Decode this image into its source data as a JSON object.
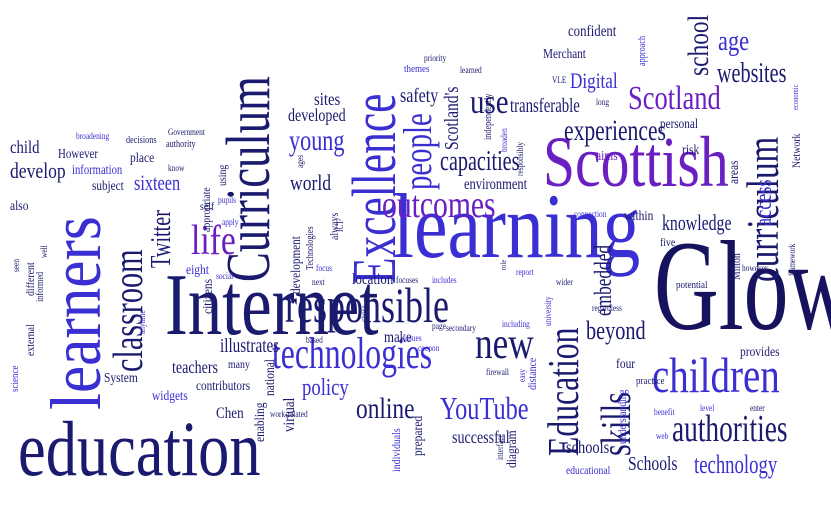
{
  "cloud": {
    "words": [
      {
        "text": "Glow",
        "color": "#16125e"
      },
      {
        "text": "learning",
        "color": "#3a2fd2"
      },
      {
        "text": "Internet",
        "color": "#1a1a6e"
      },
      {
        "text": "education",
        "color": "#1a1a6e"
      },
      {
        "text": "learners",
        "color": "#3a2fd2"
      },
      {
        "text": "Scottish",
        "color": "#6a1fc2"
      },
      {
        "text": "Curriculum",
        "color": "#1a1a6e"
      },
      {
        "text": "Excellence",
        "color": "#3a2fd2"
      },
      {
        "text": "responsible",
        "color": "#1a1a6e"
      },
      {
        "text": "technologies",
        "color": "#3a2fd2"
      },
      {
        "text": "children",
        "color": "#3a2fd2"
      },
      {
        "text": "curriculum",
        "color": "#1a1a6e"
      },
      {
        "text": "Education",
        "color": "#1a1a6e"
      },
      {
        "text": "outcomes",
        "color": "#6a1fc2"
      },
      {
        "text": "classroom",
        "color": "#1a1a6e"
      },
      {
        "text": "skills",
        "color": "#1a1a6e"
      },
      {
        "text": "authorities",
        "color": "#1a1a6e"
      },
      {
        "text": "new",
        "color": "#1a1a6e"
      },
      {
        "text": "life",
        "color": "#6a1fc2"
      },
      {
        "text": "Scotland",
        "color": "#6a1fc2"
      },
      {
        "text": "people",
        "color": "#3a2fd2"
      },
      {
        "text": "experiences",
        "color": "#1a1a6e"
      },
      {
        "text": "YouTube",
        "color": "#3a2fd2"
      },
      {
        "text": "online",
        "color": "#1a1a6e"
      },
      {
        "text": "school",
        "color": "#1a1a6e"
      },
      {
        "text": "websites",
        "color": "#1a1a6e"
      },
      {
        "text": "capacities",
        "color": "#1a1a6e"
      },
      {
        "text": "young",
        "color": "#3a2fd2"
      },
      {
        "text": "use",
        "color": "#1a1a6e"
      },
      {
        "text": "technology",
        "color": "#3a2fd2"
      },
      {
        "text": "Twitter",
        "color": "#1a1a6e"
      },
      {
        "text": "beyond",
        "color": "#1a1a6e"
      },
      {
        "text": "embedded",
        "color": "#1a1a6e"
      },
      {
        "text": "access",
        "color": "#3a2fd2"
      },
      {
        "text": "knowledge",
        "color": "#1a1a6e"
      },
      {
        "text": "age",
        "color": "#3a2fd2"
      },
      {
        "text": "develop",
        "color": "#1a1a6e"
      },
      {
        "text": "sixteen",
        "color": "#3a2fd2"
      },
      {
        "text": "policy",
        "color": "#3a2fd2"
      },
      {
        "text": "world",
        "color": "#1a1a6e"
      },
      {
        "text": "Schools",
        "color": "#1a1a6e"
      },
      {
        "text": "schools",
        "color": "#1a1a6e"
      },
      {
        "text": "safety",
        "color": "#1a1a6e"
      },
      {
        "text": "transferable",
        "color": "#1a1a6e"
      },
      {
        "text": "Scotland's",
        "color": "#1a1a6e"
      },
      {
        "text": "Digital",
        "color": "#3a2fd2"
      },
      {
        "text": "developed",
        "color": "#1a1a6e"
      },
      {
        "text": "sites",
        "color": "#1a1a6e"
      },
      {
        "text": "environment",
        "color": "#1a1a6e"
      },
      {
        "text": "illustrates",
        "color": "#1a1a6e"
      },
      {
        "text": "teachers",
        "color": "#1a1a6e"
      },
      {
        "text": "successful",
        "color": "#1a1a6e"
      },
      {
        "text": "location",
        "color": "#1a1a6e"
      },
      {
        "text": "make",
        "color": "#1a1a6e"
      },
      {
        "text": "child",
        "color": "#1a1a6e"
      },
      {
        "text": "However",
        "color": "#1a1a6e"
      },
      {
        "text": "information",
        "color": "#3a2fd2"
      },
      {
        "text": "subject",
        "color": "#1a1a6e"
      },
      {
        "text": "also",
        "color": "#1a1a6e"
      },
      {
        "text": "place",
        "color": "#1a1a6e"
      },
      {
        "text": "confident",
        "color": "#1a1a6e"
      },
      {
        "text": "Merchant",
        "color": "#1a1a6e"
      },
      {
        "text": "aims",
        "color": "#6a1fc2"
      },
      {
        "text": "risk",
        "color": "#1a1a6e"
      },
      {
        "text": "personal",
        "color": "#1a1a6e"
      },
      {
        "text": "areas",
        "color": "#1a1a6e"
      },
      {
        "text": "Network",
        "color": "#1a1a6e"
      },
      {
        "text": "within",
        "color": "#1a1a6e"
      },
      {
        "text": "five",
        "color": "#1a1a6e"
      },
      {
        "text": "Milton",
        "color": "#1a1a6e"
      },
      {
        "text": "potential",
        "color": "#1a1a6e"
      },
      {
        "text": "provides",
        "color": "#1a1a6e"
      },
      {
        "text": "four",
        "color": "#1a1a6e"
      },
      {
        "text": "practice",
        "color": "#1a1a6e"
      },
      {
        "text": "System",
        "color": "#1a1a6e"
      },
      {
        "text": "widgets",
        "color": "#3a2fd2"
      },
      {
        "text": "contributors",
        "color": "#1a1a6e"
      },
      {
        "text": "Chen",
        "color": "#1a1a6e"
      },
      {
        "text": "enabling",
        "color": "#1a1a6e"
      },
      {
        "text": "virtual",
        "color": "#1a1a6e"
      },
      {
        "text": "national",
        "color": "#1a1a6e"
      },
      {
        "text": "many",
        "color": "#1a1a6e"
      },
      {
        "text": "citizens",
        "color": "#1a1a6e"
      },
      {
        "text": "eight",
        "color": "#3a2fd2"
      },
      {
        "text": "development",
        "color": "#1a1a6e"
      },
      {
        "text": "educational",
        "color": "#3a2fd2"
      },
      {
        "text": "understanding",
        "color": "#3a2fd2"
      },
      {
        "text": "distance",
        "color": "#3a2fd2"
      },
      {
        "text": "prepared",
        "color": "#1a1a6e"
      },
      {
        "text": "diagram",
        "color": "#1a1a6e"
      },
      {
        "text": "individuals",
        "color": "#3a2fd2"
      },
      {
        "text": "external",
        "color": "#1a1a6e"
      },
      {
        "text": "different",
        "color": "#1a1a6e"
      },
      {
        "text": "informed",
        "color": "#1a1a6e"
      },
      {
        "text": "science",
        "color": "#3a2fd2"
      },
      {
        "text": "self",
        "color": "#1a1a6e"
      },
      {
        "text": "using",
        "color": "#1a1a6e"
      },
      {
        "text": "appropriate",
        "color": "#1a1a6e"
      },
      {
        "text": "authority",
        "color": "#1a1a6e"
      },
      {
        "text": "decisions",
        "color": "#1a1a6e"
      },
      {
        "text": "broadening",
        "color": "#3a2fd2"
      },
      {
        "text": "Government",
        "color": "#1a1a6e"
      },
      {
        "text": "know",
        "color": "#1a1a6e"
      },
      {
        "text": "pupils",
        "color": "#3a2fd2"
      },
      {
        "text": "apply",
        "color": "#3a2fd2"
      },
      {
        "text": "always",
        "color": "#1a1a6e"
      },
      {
        "text": "ICT",
        "color": "#1a1a6e"
      },
      {
        "text": "ages",
        "color": "#1a1a6e"
      },
      {
        "text": "Technologies",
        "color": "#1a1a6e"
      },
      {
        "text": "focus",
        "color": "#3a2fd2"
      },
      {
        "text": "next",
        "color": "#1a1a6e"
      },
      {
        "text": "social",
        "color": "#3a2fd2"
      },
      {
        "text": "based",
        "color": "#1a1a6e"
      },
      {
        "text": "issues",
        "color": "#3a2fd2"
      },
      {
        "text": "cocoon",
        "color": "#3a2fd2"
      },
      {
        "text": "page",
        "color": "#1a1a6e"
      },
      {
        "text": "secondary",
        "color": "#1a1a6e"
      },
      {
        "text": "includes",
        "color": "#3a2fd2"
      },
      {
        "text": "focuses",
        "color": "#1a1a6e"
      },
      {
        "text": "chose",
        "color": "#1a1a6e"
      },
      {
        "text": "report",
        "color": "#3a2fd2"
      },
      {
        "text": "wider",
        "color": "#1a1a6e"
      },
      {
        "text": "role",
        "color": "#1a1a6e"
      },
      {
        "text": "including",
        "color": "#3a2fd2"
      },
      {
        "text": "university",
        "color": "#3a2fd2"
      },
      {
        "text": "connection",
        "color": "#3a2fd2"
      },
      {
        "text": "regardless",
        "color": "#1a1a6e"
      },
      {
        "text": "firewall",
        "color": "#1a1a6e"
      },
      {
        "text": "easy",
        "color": "#3a2fd2"
      },
      {
        "text": "interface",
        "color": "#1a1a6e"
      },
      {
        "text": "benefit",
        "color": "#3a2fd2"
      },
      {
        "text": "level",
        "color": "#3a2fd2"
      },
      {
        "text": "enter",
        "color": "#1a1a6e"
      },
      {
        "text": "web",
        "color": "#3a2fd2"
      },
      {
        "text": "however",
        "color": "#1a1a6e"
      },
      {
        "text": "framework",
        "color": "#1a1a6e"
      },
      {
        "text": "economic",
        "color": "#3a2fd2"
      },
      {
        "text": "long",
        "color": "#1a1a6e"
      },
      {
        "text": "approach",
        "color": "#3a2fd2"
      },
      {
        "text": "priority",
        "color": "#1a1a6e"
      },
      {
        "text": "themes",
        "color": "#3a2fd2"
      },
      {
        "text": "VLE",
        "color": "#1a1a6e"
      },
      {
        "text": "learned",
        "color": "#1a1a6e"
      },
      {
        "text": "independently",
        "color": "#1a1a6e"
      },
      {
        "text": "responsibly",
        "color": "#1a1a6e"
      },
      {
        "text": "broaden",
        "color": "#3a2fd2"
      },
      {
        "text": "seen",
        "color": "#1a1a6e"
      },
      {
        "text": "well",
        "color": "#1a1a6e"
      },
      {
        "text": "anytime",
        "color": "#3a2fd2"
      },
      {
        "text": "work-related",
        "color": "#1a1a6e"
      }
    ]
  }
}
